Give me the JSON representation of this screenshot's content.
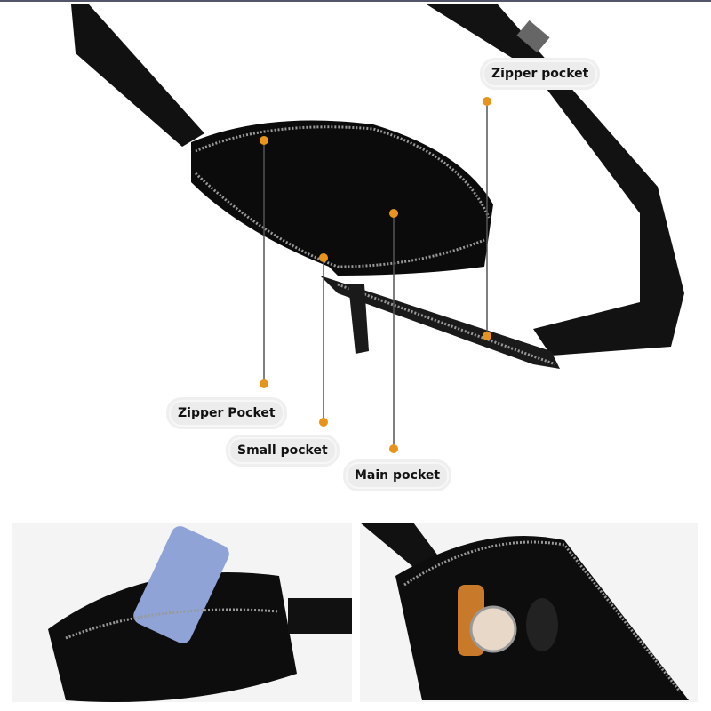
{
  "labels": {
    "zipper_pocket_top": "Zipper pocket",
    "zipper_pocket_left": "Zipper Pocket",
    "small_pocket": "Small pocket",
    "main_pocket": "Main pocket"
  },
  "colors": {
    "marker": "#e8941a",
    "leader_line": "#555555",
    "bag": "#0d0d0d"
  }
}
